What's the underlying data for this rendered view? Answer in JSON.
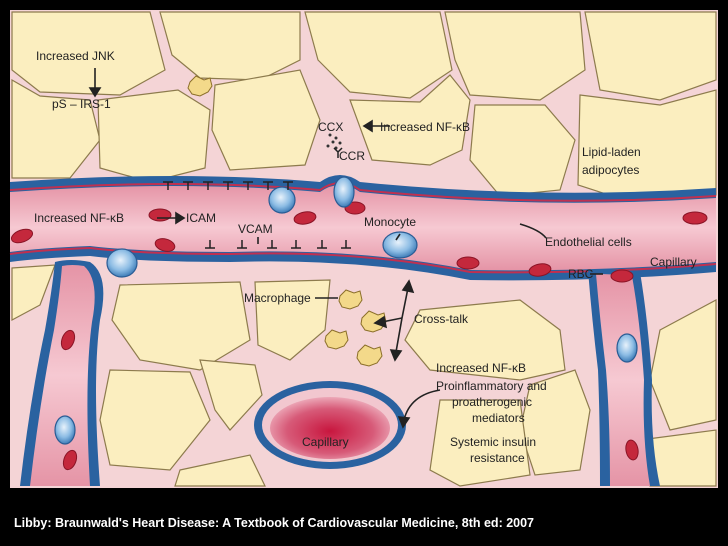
{
  "labels": {
    "increased_jnk": "Increased JNK",
    "ps_irs1": "pS – IRS-1",
    "ccx": "CCX",
    "increased_nfkb_top": "Increased NF-κB",
    "ccr": "CCR",
    "lipid_laden": "Lipid-laden",
    "adipocytes": "adipocytes",
    "increased_nfkb_left": "Increased NF-κB",
    "icam": "ICAM",
    "vcam": "VCAM",
    "monocyte": "Monocyte",
    "endothelial_cells": "Endothelial cells",
    "capillary_right": "Capillary",
    "rbc": "RBC",
    "macrophage": "Macrophage",
    "cross_talk": "Cross-talk",
    "increased_nfkb_bottom": "Increased NF-κB",
    "proinflammatory_1": "Proinflammatory and",
    "proinflammatory_2": "proatherogenic",
    "proinflammatory_3": "mediators",
    "systemic_1": "Systemic insulin",
    "systemic_2": "resistance",
    "capillary_center": "Capillary"
  },
  "caption": "Libby: Braunwald's Heart Disease: A Textbook of Cardiovascular Medicine, 8th ed: 2007",
  "colors": {
    "background": "#000000",
    "adipocyte": "#fbeebf",
    "adipocyte_border": "#8a7a4a",
    "interstitium": "#f6d8d8",
    "endothelium": "#2c6aa6",
    "vessel_lumen": "#eeaeba",
    "rbc": "#c4283c",
    "monocyte": "#7ab0de",
    "macrophage": "#f3d98a"
  }
}
